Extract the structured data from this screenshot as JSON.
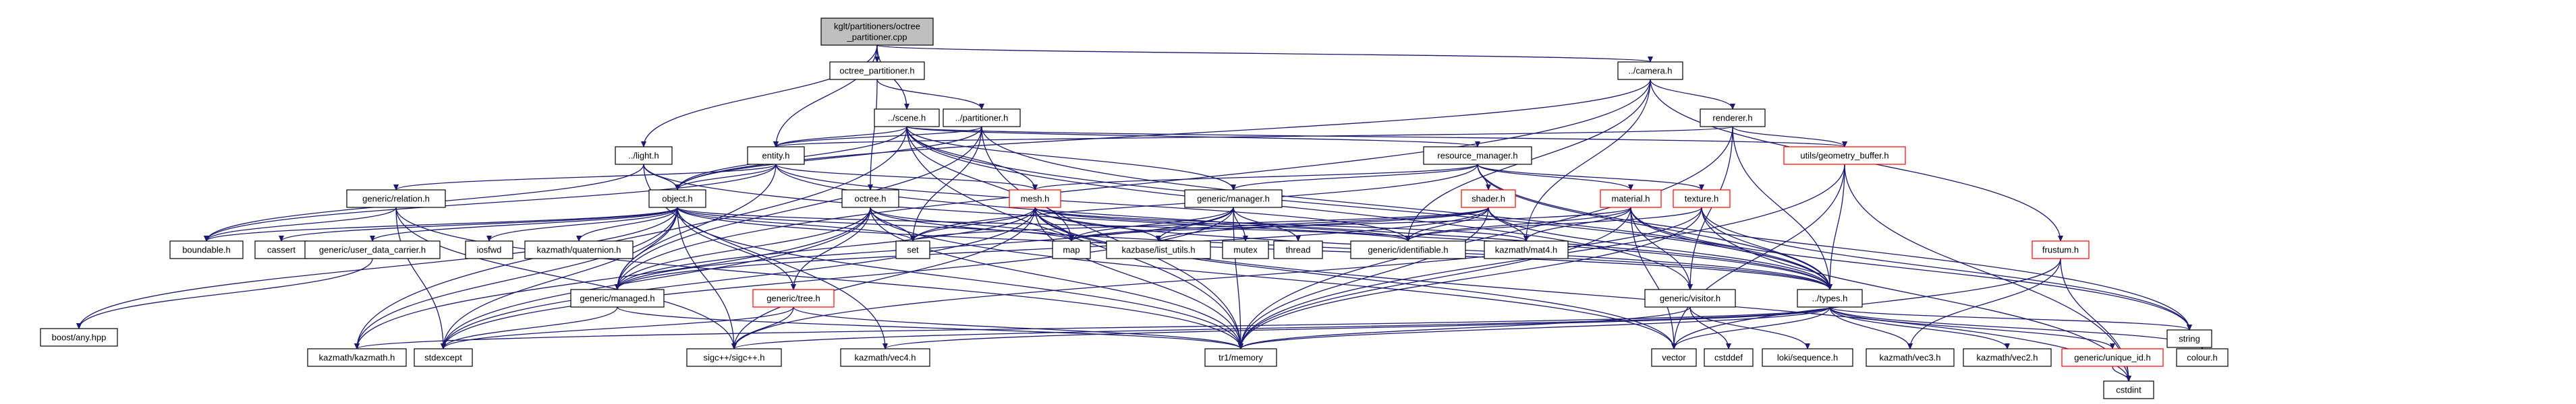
{
  "colors": {
    "root_fill": "#bfbfbf",
    "node_fill": "#ffffff",
    "node_border": "#000000",
    "link_border": "#ff0000",
    "edge": "#191970"
  },
  "root": {
    "id": "octree_partitioner_cpp",
    "lines": [
      "kglt/partitioners/octree",
      "_partitioner.cpp"
    ]
  },
  "nodes": [
    {
      "id": "octree_partitioner_h",
      "label": "octree_partitioner.h"
    },
    {
      "id": "partitioner_h",
      "label": "../partitioner.h"
    },
    {
      "id": "camera_h",
      "label": "../camera.h"
    },
    {
      "id": "scene_h",
      "label": "../scene.h"
    },
    {
      "id": "renderer_h",
      "label": "renderer.h"
    },
    {
      "id": "light_h",
      "label": "../light.h"
    },
    {
      "id": "entity_h",
      "label": "entity.h"
    },
    {
      "id": "resource_manager_h",
      "label": "resource_manager.h"
    },
    {
      "id": "geometry_buffer_h",
      "label": "utils/geometry_buffer.h",
      "link": true
    },
    {
      "id": "generic_relation_h",
      "label": "generic/relation.h"
    },
    {
      "id": "object_h",
      "label": "object.h"
    },
    {
      "id": "octree_h",
      "label": "octree.h"
    },
    {
      "id": "mesh_h",
      "label": "mesh.h",
      "link": true
    },
    {
      "id": "generic_manager_h",
      "label": "generic/manager.h"
    },
    {
      "id": "shader_h",
      "label": "shader.h",
      "link": true
    },
    {
      "id": "material_h",
      "label": "material.h",
      "link": true
    },
    {
      "id": "texture_h",
      "label": "texture.h",
      "link": true
    },
    {
      "id": "frustum_h",
      "label": "frustum.h",
      "link": true
    },
    {
      "id": "boundable_h",
      "label": "boundable.h"
    },
    {
      "id": "cassert",
      "label": "cassert"
    },
    {
      "id": "user_data_carrier_h",
      "label": "generic/user_data_carrier.h"
    },
    {
      "id": "iosfwd",
      "label": "iosfwd"
    },
    {
      "id": "kazmath_quaternion_h",
      "label": "kazmath/quaternion.h"
    },
    {
      "id": "generic_managed_h",
      "label": "generic/managed.h"
    },
    {
      "id": "generic_tree_h",
      "label": "generic/tree.h",
      "link": true
    },
    {
      "id": "set",
      "label": "set"
    },
    {
      "id": "map",
      "label": "map"
    },
    {
      "id": "list_utils_h",
      "label": "kazbase/list_utils.h"
    },
    {
      "id": "mutex",
      "label": "mutex"
    },
    {
      "id": "thread",
      "label": "thread"
    },
    {
      "id": "identifiable_h",
      "label": "generic/identifiable.h"
    },
    {
      "id": "kazmath_mat4_h",
      "label": "kazmath/mat4.h"
    },
    {
      "id": "generic_visitor_h",
      "label": "generic/visitor.h"
    },
    {
      "id": "types_h",
      "label": "../types.h"
    },
    {
      "id": "string",
      "label": "string"
    },
    {
      "id": "cstdint",
      "label": "cstdint"
    },
    {
      "id": "boost_any_hpp",
      "label": "boost/any.hpp"
    },
    {
      "id": "kazmath_kazmath_h",
      "label": "kazmath/kazmath.h"
    },
    {
      "id": "stdexcept",
      "label": "stdexcept"
    },
    {
      "id": "sigcxx_h",
      "label": "sigc++/sigc++.h"
    },
    {
      "id": "kazmath_vec4_h",
      "label": "kazmath/vec4.h"
    },
    {
      "id": "tr1_memory",
      "label": "tr1/memory"
    },
    {
      "id": "vector",
      "label": "vector"
    },
    {
      "id": "cstddef",
      "label": "cstddef"
    },
    {
      "id": "loki_sequence_h",
      "label": "loki/sequence.h"
    },
    {
      "id": "kazmath_vec3_h",
      "label": "kazmath/vec3.h"
    },
    {
      "id": "kazmath_vec2_h",
      "label": "kazmath/vec2.h"
    },
    {
      "id": "generic_unique_id_h",
      "label": "generic/unique_id.h",
      "link": true
    },
    {
      "id": "colour_h",
      "label": "colour.h"
    }
  ],
  "edges": [
    [
      "octree_partitioner_cpp",
      "octree_partitioner_h"
    ],
    [
      "octree_partitioner_cpp",
      "scene_h"
    ],
    [
      "octree_partitioner_cpp",
      "entity_h"
    ],
    [
      "octree_partitioner_cpp",
      "light_h"
    ],
    [
      "octree_partitioner_cpp",
      "camera_h"
    ],
    [
      "octree_partitioner_h",
      "partitioner_h"
    ],
    [
      "octree_partitioner_h",
      "octree_h"
    ],
    [
      "partitioner_h",
      "entity_h"
    ],
    [
      "partitioner_h",
      "object_h"
    ],
    [
      "partitioner_h",
      "tr1_memory"
    ],
    [
      "partitioner_h",
      "set"
    ],
    [
      "partitioner_h",
      "types_h"
    ],
    [
      "partitioner_h",
      "generic_managed_h"
    ],
    [
      "camera_h",
      "object_h"
    ],
    [
      "camera_h",
      "renderer_h"
    ],
    [
      "camera_h",
      "frustum_h"
    ],
    [
      "camera_h",
      "generic_managed_h"
    ],
    [
      "camera_h",
      "kazmath_mat4_h"
    ],
    [
      "camera_h",
      "identifiable_h"
    ],
    [
      "scene_h",
      "object_h"
    ],
    [
      "scene_h",
      "entity_h"
    ],
    [
      "scene_h",
      "resource_manager_h"
    ],
    [
      "scene_h",
      "generic_manager_h"
    ],
    [
      "scene_h",
      "mesh_h"
    ],
    [
      "scene_h",
      "geometry_buffer_h"
    ],
    [
      "scene_h",
      "types_h"
    ],
    [
      "scene_h",
      "generic_visitor_h"
    ],
    [
      "scene_h",
      "kazmath_kazmath_h"
    ],
    [
      "scene_h",
      "tr1_memory"
    ],
    [
      "scene_h",
      "map"
    ],
    [
      "renderer_h",
      "entity_h"
    ],
    [
      "renderer_h",
      "geometry_buffer_h"
    ],
    [
      "renderer_h",
      "types_h"
    ],
    [
      "renderer_h",
      "generic_visitor_h"
    ],
    [
      "renderer_h",
      "tr1_memory"
    ],
    [
      "light_h",
      "object_h"
    ],
    [
      "light_h",
      "types_h"
    ],
    [
      "light_h",
      "boundable_h"
    ],
    [
      "light_h",
      "kazmath_vec4_h"
    ],
    [
      "entity_h",
      "object_h"
    ],
    [
      "entity_h",
      "generic_relation_h"
    ],
    [
      "entity_h",
      "mesh_h"
    ],
    [
      "entity_h",
      "boundable_h"
    ],
    [
      "entity_h",
      "generic_managed_h"
    ],
    [
      "entity_h",
      "identifiable_h"
    ],
    [
      "entity_h",
      "types_h"
    ],
    [
      "resource_manager_h",
      "mesh_h"
    ],
    [
      "resource_manager_h",
      "shader_h"
    ],
    [
      "resource_manager_h",
      "material_h"
    ],
    [
      "resource_manager_h",
      "texture_h"
    ],
    [
      "resource_manager_h",
      "generic_manager_h"
    ],
    [
      "resource_manager_h",
      "types_h"
    ],
    [
      "resource_manager_h",
      "string"
    ],
    [
      "resource_manager_h",
      "set"
    ],
    [
      "geometry_buffer_h",
      "types_h"
    ],
    [
      "geometry_buffer_h",
      "tr1_memory"
    ],
    [
      "geometry_buffer_h",
      "cstdint"
    ],
    [
      "geometry_buffer_h",
      "vector"
    ],
    [
      "generic_relation_h",
      "boundable_h"
    ],
    [
      "generic_relation_h",
      "tr1_memory"
    ],
    [
      "generic_relation_h",
      "stdexcept"
    ],
    [
      "generic_relation_h",
      "sigcxx_h"
    ],
    [
      "object_h",
      "boundable_h"
    ],
    [
      "object_h",
      "cassert"
    ],
    [
      "object_h",
      "user_data_carrier_h"
    ],
    [
      "object_h",
      "iosfwd"
    ],
    [
      "object_h",
      "kazmath_quaternion_h"
    ],
    [
      "object_h",
      "generic_managed_h"
    ],
    [
      "object_h",
      "generic_tree_h"
    ],
    [
      "object_h",
      "set"
    ],
    [
      "object_h",
      "map"
    ],
    [
      "object_h",
      "identifiable_h"
    ],
    [
      "object_h",
      "types_h"
    ],
    [
      "object_h",
      "boost_any_hpp"
    ],
    [
      "object_h",
      "kazmath_kazmath_h"
    ],
    [
      "object_h",
      "stdexcept"
    ],
    [
      "object_h",
      "sigcxx_h"
    ],
    [
      "object_h",
      "tr1_memory"
    ],
    [
      "octree_h",
      "generic_managed_h"
    ],
    [
      "octree_h",
      "generic_tree_h"
    ],
    [
      "octree_h",
      "set"
    ],
    [
      "octree_h",
      "map"
    ],
    [
      "octree_h",
      "types_h"
    ],
    [
      "octree_h",
      "kazmath_kazmath_h"
    ],
    [
      "octree_h",
      "tr1_memory"
    ],
    [
      "octree_h",
      "vector"
    ],
    [
      "octree_h",
      "stdexcept"
    ],
    [
      "mesh_h",
      "generic_managed_h"
    ],
    [
      "mesh_h",
      "set"
    ],
    [
      "mesh_h",
      "map"
    ],
    [
      "mesh_h",
      "list_utils_h"
    ],
    [
      "mesh_h",
      "identifiable_h"
    ],
    [
      "mesh_h",
      "kazmath_mat4_h"
    ],
    [
      "mesh_h",
      "types_h"
    ],
    [
      "mesh_h",
      "tr1_memory"
    ],
    [
      "mesh_h",
      "cstdint"
    ],
    [
      "mesh_h",
      "vector"
    ],
    [
      "mesh_h",
      "stdexcept"
    ],
    [
      "mesh_h",
      "sigcxx_h"
    ],
    [
      "generic_manager_h",
      "map"
    ],
    [
      "generic_manager_h",
      "list_utils_h"
    ],
    [
      "generic_manager_h",
      "mutex"
    ],
    [
      "generic_manager_h",
      "thread"
    ],
    [
      "generic_manager_h",
      "tr1_memory"
    ],
    [
      "generic_manager_h",
      "generic_managed_h"
    ],
    [
      "generic_manager_h",
      "stdexcept"
    ],
    [
      "shader_h",
      "set"
    ],
    [
      "shader_h",
      "map"
    ],
    [
      "shader_h",
      "list_utils_h"
    ],
    [
      "shader_h",
      "identifiable_h"
    ],
    [
      "shader_h",
      "kazmath_mat4_h"
    ],
    [
      "shader_h",
      "types_h"
    ],
    [
      "shader_h",
      "tr1_memory"
    ],
    [
      "shader_h",
      "generic_managed_h"
    ],
    [
      "material_h",
      "identifiable_h"
    ],
    [
      "material_h",
      "kazmath_mat4_h"
    ],
    [
      "material_h",
      "types_h"
    ],
    [
      "material_h",
      "generic_visitor_h"
    ],
    [
      "material_h",
      "tr1_memory"
    ],
    [
      "material_h",
      "vector"
    ],
    [
      "material_h",
      "string"
    ],
    [
      "material_h",
      "map"
    ],
    [
      "texture_h",
      "types_h"
    ],
    [
      "texture_h",
      "identifiable_h"
    ],
    [
      "texture_h",
      "tr1_memory"
    ],
    [
      "texture_h",
      "string"
    ],
    [
      "texture_h",
      "cstdint"
    ],
    [
      "texture_h",
      "sigcxx_h"
    ],
    [
      "frustum_h",
      "kazmath_vec3_h"
    ],
    [
      "frustum_h",
      "cstdint"
    ],
    [
      "frustum_h",
      "vector"
    ],
    [
      "user_data_carrier_h",
      "boost_any_hpp"
    ],
    [
      "generic_managed_h",
      "stdexcept"
    ],
    [
      "generic_managed_h",
      "tr1_memory"
    ],
    [
      "generic_tree_h",
      "stdexcept"
    ],
    [
      "generic_tree_h",
      "sigcxx_h"
    ],
    [
      "generic_tree_h",
      "tr1_memory"
    ],
    [
      "generic_visitor_h",
      "cstddef"
    ],
    [
      "generic_visitor_h",
      "loki_sequence_h"
    ],
    [
      "generic_visitor_h",
      "tr1_memory"
    ],
    [
      "types_h",
      "kazmath_vec3_h"
    ],
    [
      "types_h",
      "kazmath_vec2_h"
    ],
    [
      "types_h",
      "generic_unique_id_h"
    ],
    [
      "types_h",
      "colour_h"
    ],
    [
      "types_h",
      "tr1_memory"
    ],
    [
      "types_h",
      "vector"
    ],
    [
      "types_h",
      "string"
    ],
    [
      "types_h",
      "kazmath_vec4_h"
    ],
    [
      "types_h",
      "kazmath_kazmath_h"
    ],
    [
      "types_h",
      "sigcxx_h"
    ],
    [
      "generic_unique_id_h",
      "cstdint"
    ]
  ]
}
